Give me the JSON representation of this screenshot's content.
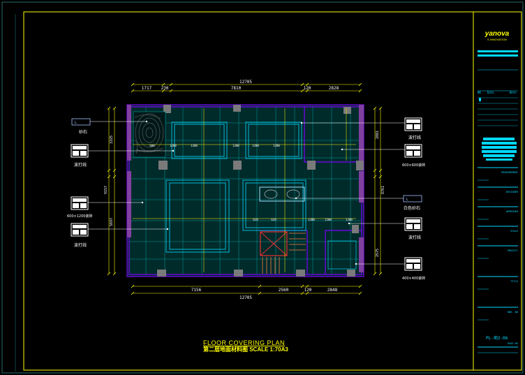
{
  "plan": {
    "title_en": "FLOOR COVERING PLAN",
    "title_cn": "第二层地面材料图 SCALE 1:70A3",
    "overall_dim": "12705",
    "top_dims": [
      "1717",
      "230",
      "7810",
      "120",
      "2828"
    ],
    "bottom_dims": [
      "7156",
      "2560",
      "120",
      "2848"
    ],
    "left_dims": [
      "3325",
      "9157",
      "5697"
    ],
    "right_dims": [
      "2881",
      "8761",
      "2575"
    ],
    "room_dims": [
      "600",
      "1200",
      "1200",
      "1200",
      "1200",
      "1200",
      "620",
      "620",
      "1200",
      "1200",
      "1200"
    ]
  },
  "callouts_left": [
    {
      "label": "砂石"
    },
    {
      "label": "波打线"
    },
    {
      "label": "600×1200瓷砖"
    },
    {
      "label": "波打线"
    }
  ],
  "callouts_right": [
    {
      "label": "波打线"
    },
    {
      "label": "600×600瓷砖"
    },
    {
      "label": "白色砂石"
    },
    {
      "label": "波打线"
    },
    {
      "label": "400×400瓷砖"
    }
  ],
  "title_block": {
    "logo": "yanova",
    "logo_sub": "S INNOVATION",
    "revision_header": [
      "NO.",
      "Date",
      "Note"
    ],
    "rows": [
      "REQUIREMENT",
      "DESIGNER",
      "APPROVED",
      "SCALE",
      "PROJECT",
      "TITLE",
      "DWG. NO"
    ],
    "dwg_no": "PL-地2-06",
    "page_label": "PAGE NO"
  },
  "colors": {
    "frame": "#ffff00",
    "wall": "#7f00ff",
    "grid": "#00a0a0",
    "dim": "#ffff00",
    "text": "#ffffff",
    "pattern": "#00ffff",
    "column": "#808080",
    "stair": "#ff0000",
    "cyan_block": "#00d8ff"
  }
}
